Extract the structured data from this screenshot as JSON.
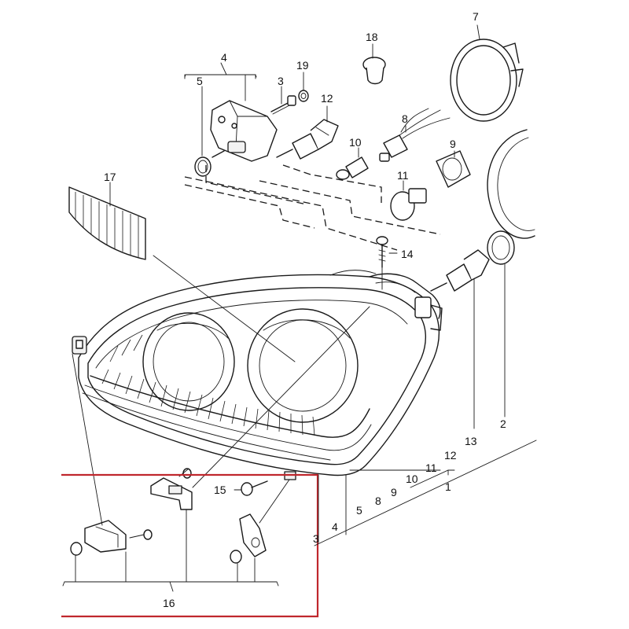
{
  "labels": {
    "p1": "1",
    "p2": "2",
    "p3": "3",
    "p4": "4",
    "p5": "5",
    "p7": "7",
    "p8": "8",
    "p9": "9",
    "p10": "10",
    "p11": "11",
    "p12": "12",
    "p13": "13",
    "p14": "14",
    "p15": "15",
    "p16": "16",
    "p17": "17",
    "p18": "18",
    "p19": "19",
    "s3": "3",
    "s4": "4",
    "s5": "5",
    "s8": "8",
    "s9": "9",
    "s10": "10",
    "s11": "11",
    "s12": "12"
  },
  "colors": {
    "highlight_frame": "#c0272d",
    "line": "#1a1a1a"
  }
}
